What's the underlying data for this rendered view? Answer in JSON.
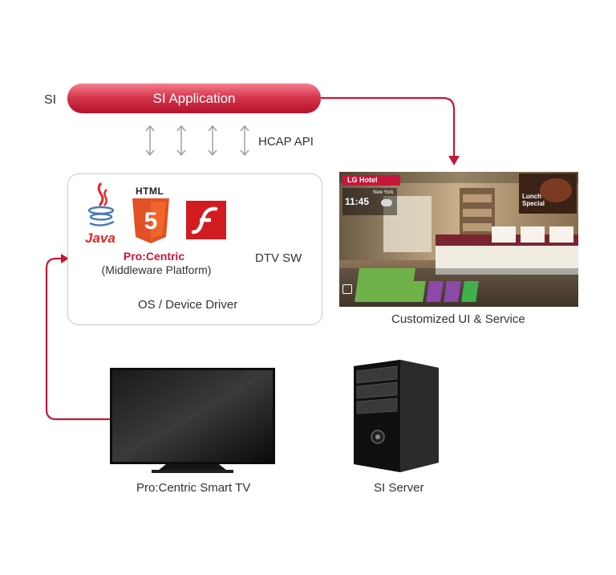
{
  "labels": {
    "si": "SI",
    "si_application": "SI Application",
    "hcap_api": "HCAP API",
    "java": "Java",
    "html": "HTML",
    "html_number": "5",
    "procentric_title": "Pro:Centric",
    "procentric_sub": "(Middleware Platform)",
    "dtv_sw": "DTV SW",
    "os_driver": "OS / Device Driver",
    "customized_ui": "Customized UI & Service",
    "smart_tv": "Pro:Centric Smart TV",
    "si_server": "SI Server"
  },
  "screen": {
    "brand": "LG Hotel",
    "time": "11:45",
    "city": "New York",
    "promo": "Lunch Special"
  },
  "colors": {
    "accent": "#c5173a",
    "si_gradient_top": "#f37f8e",
    "si_gradient_bottom": "#b5102a",
    "arrow_gray": "#9a9a9a"
  }
}
